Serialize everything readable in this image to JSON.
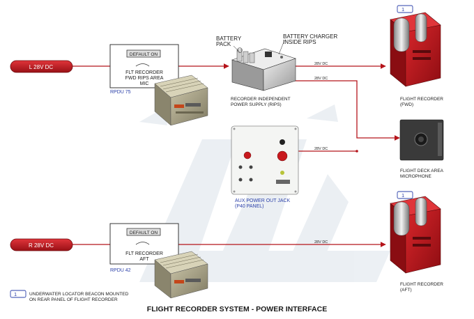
{
  "diagram": {
    "title": "FLIGHT RECORDER SYSTEM - POWER INTERFACE",
    "buses": {
      "left": "L 28V DC",
      "right": "R 28V DC"
    },
    "breakers": {
      "fwd": {
        "default": "DEFAULT ON",
        "line1": "FLT RECORDER",
        "line2": "FWD RIPS AREA",
        "line3": "MIC",
        "rpdu": "RPDU 75"
      },
      "aft": {
        "default": "DEFAULT ON",
        "line1": "FLT RECORDER",
        "line2": "AFT",
        "rpdu": "RPDU 42"
      }
    },
    "labels": {
      "battery_pack_1": "BATTERY",
      "battery_pack_2": "PACK",
      "charger_1": "BATTERY CHARGER",
      "charger_2": "INSIDE RIPS",
      "rips_1": "RECORDER  INDEPENDENT",
      "rips_2": "POWER SUPPLY (RIPS)",
      "aux_1": "AUX POWER OUT JACK",
      "aux_2": "(P40 PANEL)",
      "fwd_rec_1": "FLIGHT RECORDER",
      "fwd_rec_2": "(FWD)",
      "aft_rec_1": "FLIGHT RECORDER",
      "aft_rec_2": "(AFT)",
      "mic_1": "FLIGHT DECK AREA",
      "mic_2": "MICROPHONE"
    },
    "wire_labels": {
      "w1": "28V DC",
      "w2": "28V DC",
      "w3": "28V DC",
      "w4": "28V DC"
    },
    "legend": {
      "marker": "1",
      "line1": "UNDERWATER LOCATOR BEACON MOUNTED",
      "line2": "ON REAR PANEL OF FLIGHT RECORDER"
    },
    "beacon_markers": {
      "fwd": "1",
      "aft": "1"
    },
    "colors": {
      "wire": "#b5141a",
      "bus": "#c8191e",
      "recorder": "#c0161c",
      "marker": "#2a3fa8"
    }
  }
}
